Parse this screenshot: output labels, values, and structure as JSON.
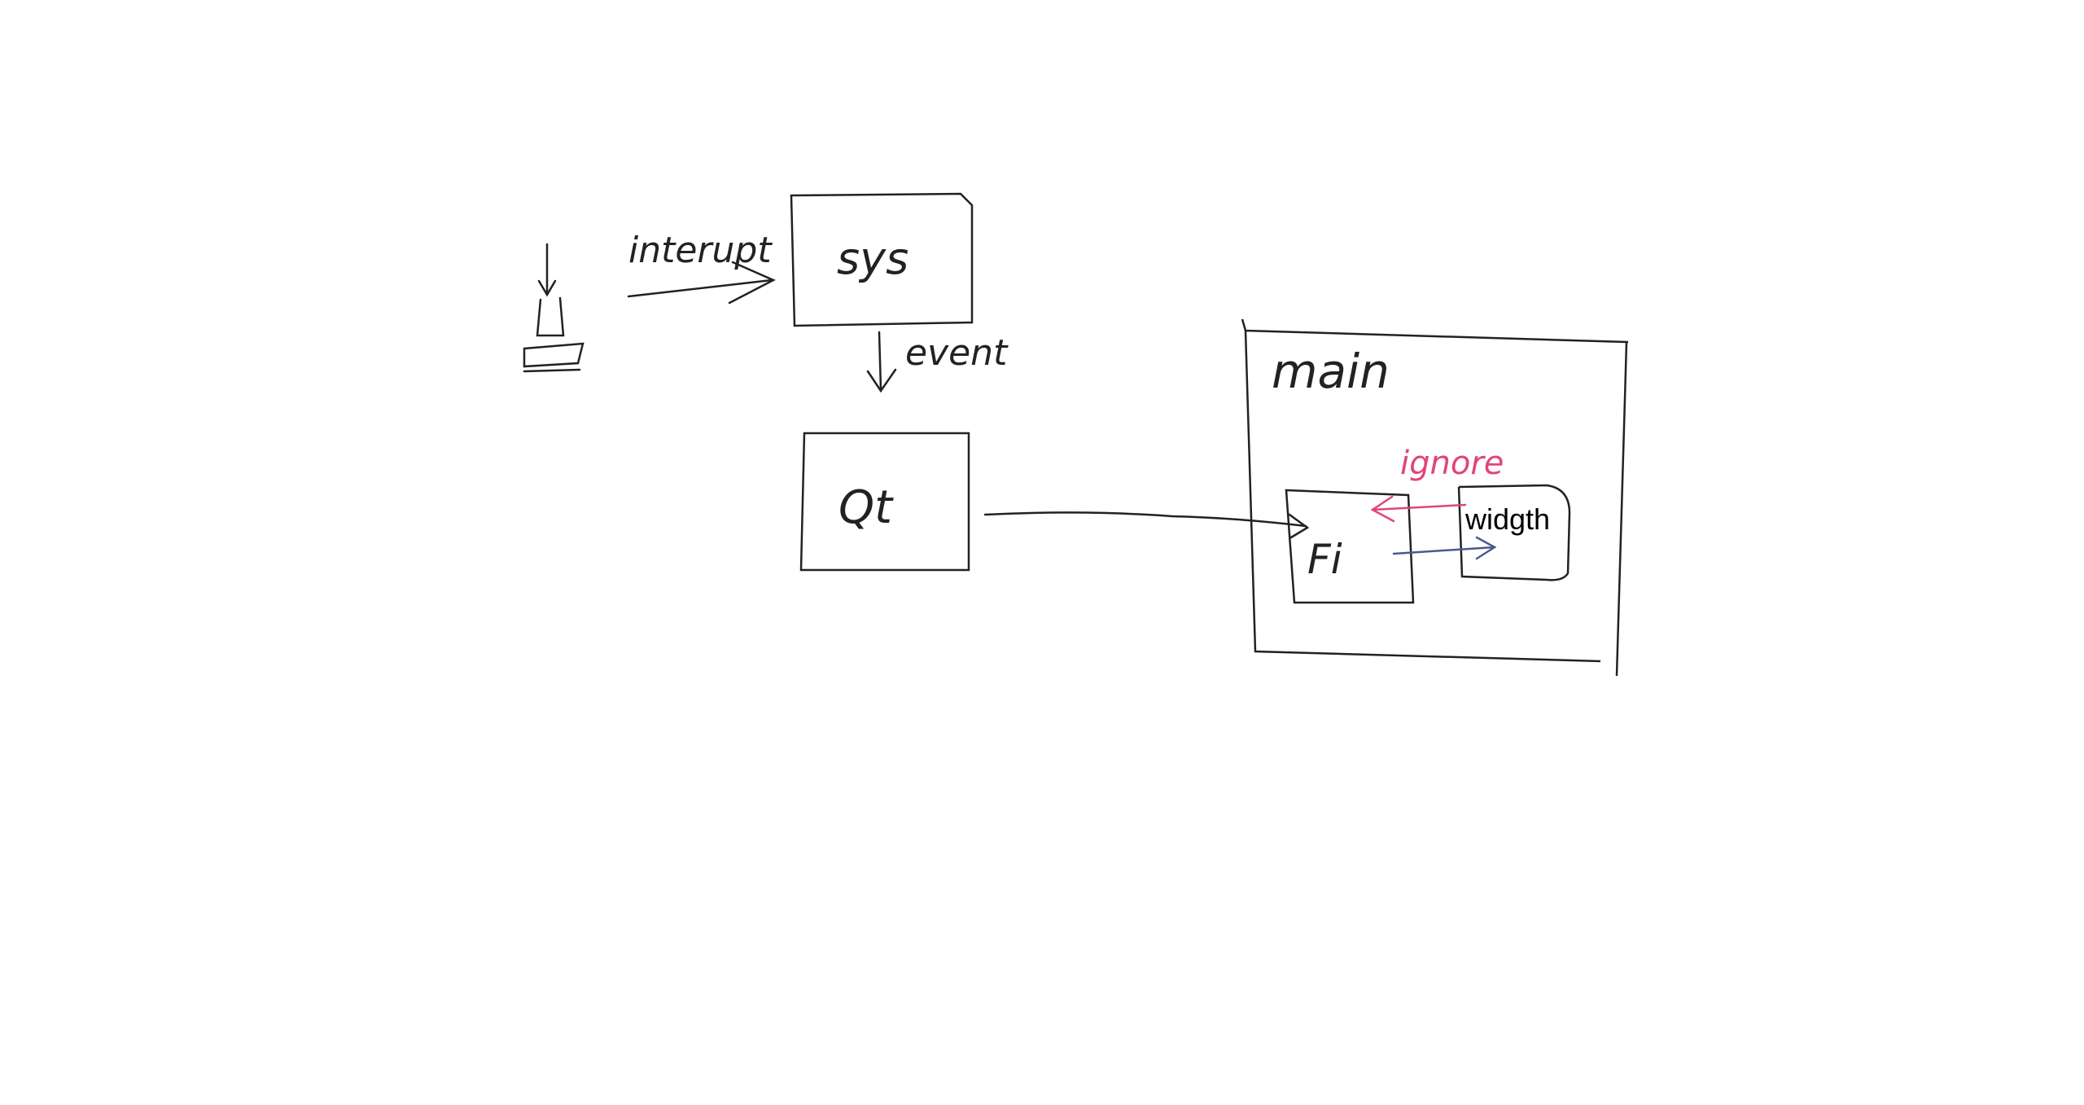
{
  "colors": {
    "ink": "#222222",
    "accent_pink": "#e0457b",
    "accent_blue": "#4a5a8c",
    "background": "#ffffff"
  },
  "labels": {
    "interrupt": "interupt",
    "sys": "sys",
    "event": "event",
    "qt": "Qt",
    "main": "main",
    "filter": "Fi",
    "widget": "widgth",
    "ignore": "ignore"
  }
}
